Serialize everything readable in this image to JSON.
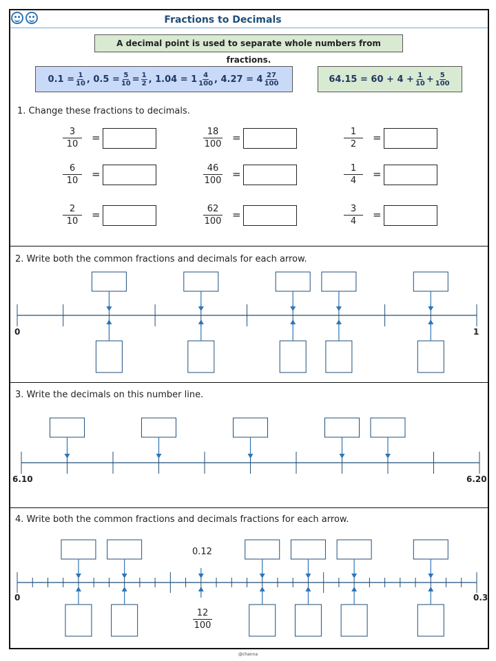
{
  "header": {
    "title": "Fractions to Decimals",
    "icons": [
      "smiley-icon",
      "smiley-icon"
    ]
  },
  "note": "A decimal point is used to separate whole numbers from fractions.",
  "examples": {
    "e1": "0.1 =",
    "f1n": "1",
    "f1d": "10",
    "e2": ", 0.5 =",
    "f2n": "5",
    "f2d": "10",
    "e2b": "=",
    "f2bn": "1",
    "f2bd": "2",
    "e3": ", 1.04 = 1",
    "f3n": "4",
    "f3d": "100",
    "e4": ", 4.27 = 4",
    "f4n": "27",
    "f4d": "100",
    "g1": "64.15 = 60 + 4 +",
    "g1n": "1",
    "g1d": "10",
    "g2": "+",
    "g2n": "5",
    "g2d": "100"
  },
  "q1": {
    "prompt": "1. Change these fractions to decimals.",
    "equals": "=",
    "fractions": [
      {
        "n": "3",
        "d": "10"
      },
      {
        "n": "18",
        "d": "100"
      },
      {
        "n": "1",
        "d": "2"
      },
      {
        "n": "6",
        "d": "10"
      },
      {
        "n": "46",
        "d": "100"
      },
      {
        "n": "1",
        "d": "4"
      },
      {
        "n": "2",
        "d": "10"
      },
      {
        "n": "62",
        "d": "100"
      },
      {
        "n": "3",
        "d": "4"
      }
    ]
  },
  "q2": {
    "prompt": "2. Write both the common fractions and decimals for each arrow.",
    "start": "0",
    "end": "1",
    "divisions": 10,
    "arrows_at": [
      2,
      4,
      6,
      7,
      9
    ]
  },
  "q3": {
    "prompt": "3. Write the decimals on this number line.",
    "start": "6.10",
    "end": "6.20",
    "divisions": 10,
    "arrows_at": [
      1,
      3,
      5,
      7,
      8
    ]
  },
  "q4": {
    "prompt": "4. Write both the common fractions and decimals fractions for each arrow.",
    "start": "0",
    "end": "0.3",
    "divisions": 30,
    "arrows_at": [
      4,
      7,
      16,
      19,
      22,
      27
    ],
    "example_at": 12,
    "example_decimal": "0.12",
    "example_n": "12",
    "example_d": "100"
  },
  "credit": "@channa"
}
